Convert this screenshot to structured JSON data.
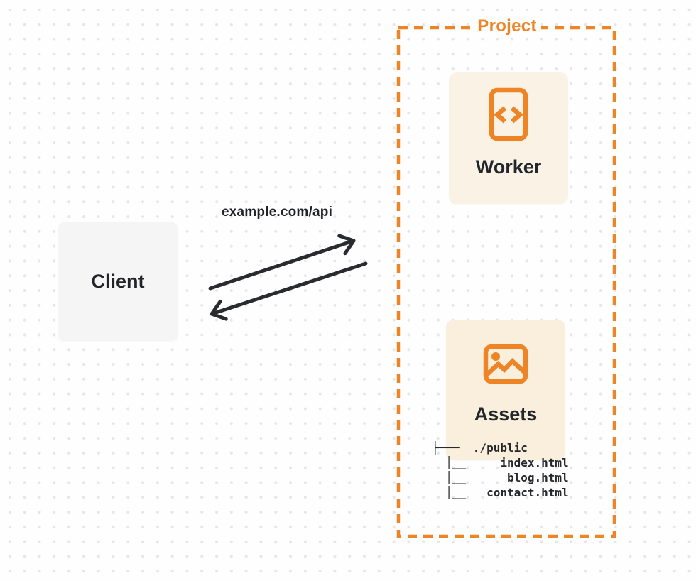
{
  "colors": {
    "accent_orange": "#ED8527",
    "worker_card_bg": "#FBF2E6",
    "assets_card_bg": "#F9EFDC",
    "client_card_bg": "#F5F5F6",
    "arrow_ink": "#2A2B2E",
    "text_ink": "#23262B",
    "dot_grid": "#E6E6E6",
    "page_bg": "#FEFEFE"
  },
  "client": {
    "label": "Client"
  },
  "request": {
    "label": "example.com/api"
  },
  "project": {
    "label": "Project",
    "worker": {
      "label": "Worker",
      "icon": "code-document-icon"
    },
    "assets": {
      "label": "Assets",
      "icon": "image-icon"
    },
    "file_tree": {
      "lines": [
        "├───  ./public",
        "  │__     index.html",
        "  │__      blog.html",
        "  │__   contact.html"
      ]
    }
  }
}
